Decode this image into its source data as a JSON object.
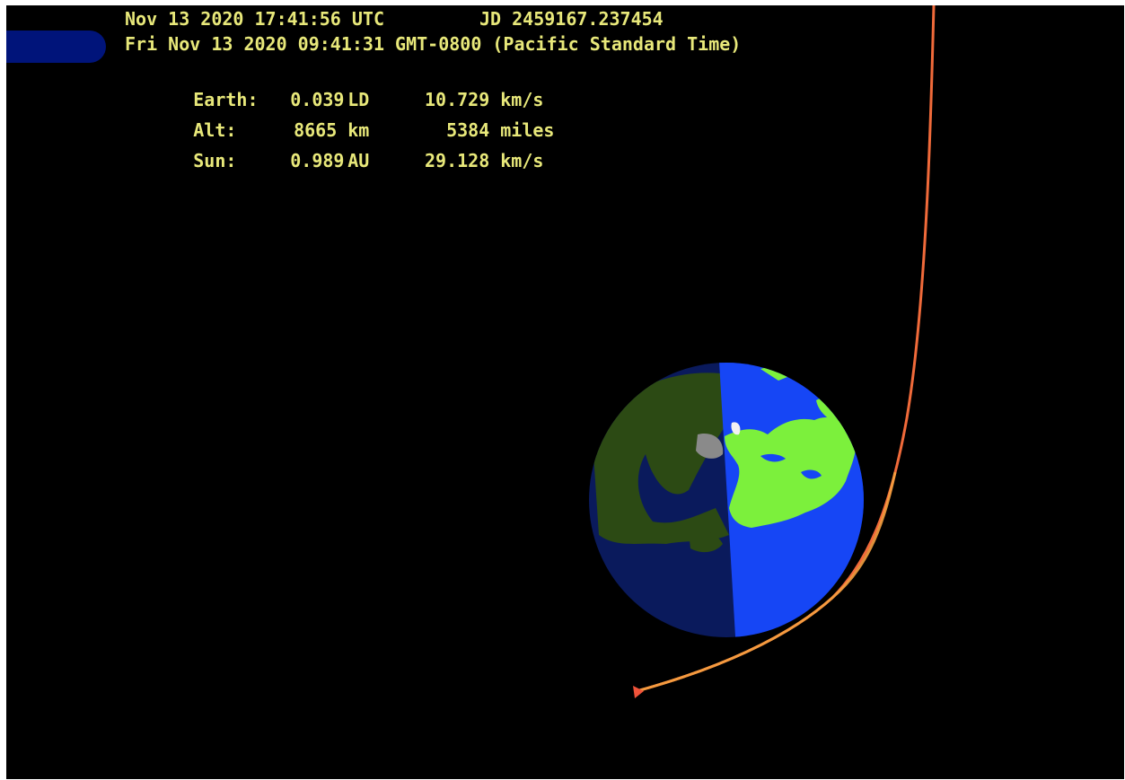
{
  "hud": {
    "utc_line": "Nov 13 2020 17:41:56 UTC",
    "jd": "JD 2459167.237454",
    "local_line": "Fri Nov 13 2020 09:41:31 GMT-0800 (Pacific Standard Time)",
    "rows": [
      {
        "label": "Earth:",
        "v1": "0.039",
        "u1": "LD",
        "v2": "10.729",
        "u2": "km/s"
      },
      {
        "label": "Alt:",
        "v1": "8665",
        "u1": "km",
        "v2": "5384",
        "u2": "miles"
      },
      {
        "label": "Sun:",
        "v1": "0.989",
        "u1": "AU",
        "v2": "29.128",
        "u2": "km/s"
      }
    ]
  },
  "colors": {
    "background": "#000000",
    "hud_text": "#e8e87a",
    "ocean_day": "#1646f5",
    "ocean_night": "#0a1a5c",
    "land_day": "#7cf03c",
    "land_night": "#2c4a14",
    "trajectory": "#f06a3a",
    "control_pill": "#00147a"
  },
  "icons": {
    "earth": "earth-globe-icon",
    "marker": "triangle-marker-icon"
  }
}
